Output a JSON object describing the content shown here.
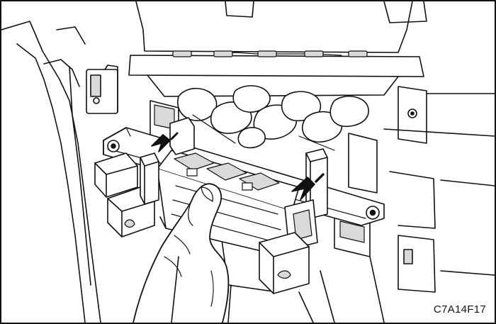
{
  "figure": {
    "code": "C7A14F17"
  },
  "colors": {
    "ink": "#111111",
    "paper": "#ffffff",
    "shade": "#d9d9d9",
    "shade_dark": "#bdbdbd"
  },
  "icons": {
    "arrow_left": "arrow-down-left",
    "arrow_right": "arrow-down-left"
  }
}
